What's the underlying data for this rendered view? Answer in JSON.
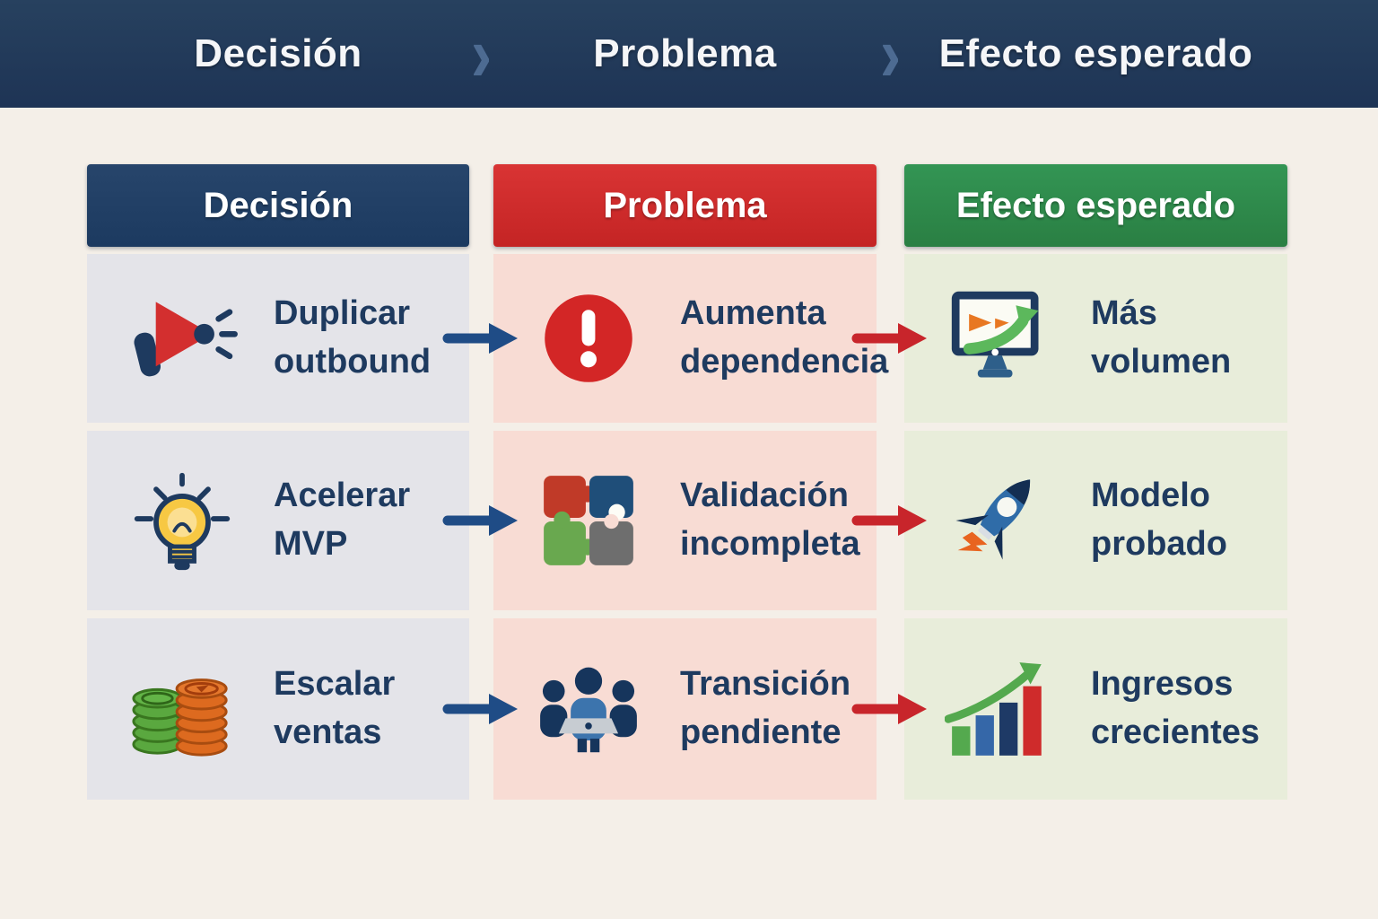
{
  "banner": {
    "labels": [
      "Decisión",
      "Problema",
      "Efecto esperado"
    ],
    "separator": "›"
  },
  "columns": [
    {
      "label": "Decisión",
      "header_color": "#1f3c63",
      "body_color": "#e4e4e9"
    },
    {
      "label": "Problema",
      "header_color": "#cf2b2b",
      "body_color": "#f8dcd4"
    },
    {
      "label": "Efecto esperado",
      "header_color": "#2e8b4a",
      "body_color": "#e8edda"
    }
  ],
  "rows": [
    {
      "decision": {
        "icon": "megaphone-icon",
        "label": "Duplicar outbound"
      },
      "problem": {
        "icon": "alert-icon",
        "label": "Aumenta dependencia"
      },
      "effect": {
        "icon": "monitor-growth-icon",
        "label": "Más volumen"
      }
    },
    {
      "decision": {
        "icon": "lightbulb-icon",
        "label": "Acelerar MVP"
      },
      "problem": {
        "icon": "puzzle-icon",
        "label": "Validación incompleta"
      },
      "effect": {
        "icon": "rocket-icon",
        "label": "Modelo probado"
      }
    },
    {
      "decision": {
        "icon": "coins-icon",
        "label": "Escalar ventas"
      },
      "problem": {
        "icon": "team-icon",
        "label": "Transición pendiente"
      },
      "effect": {
        "icon": "growth-chart-icon",
        "label": "Ingresos crecientes"
      }
    }
  ],
  "colors": {
    "banner_bg": "#22395c",
    "page_bg": "#f4efe8",
    "text": "#1e3a5f",
    "arrow_blue": "#1f4c86",
    "arrow_red": "#c8252b"
  }
}
